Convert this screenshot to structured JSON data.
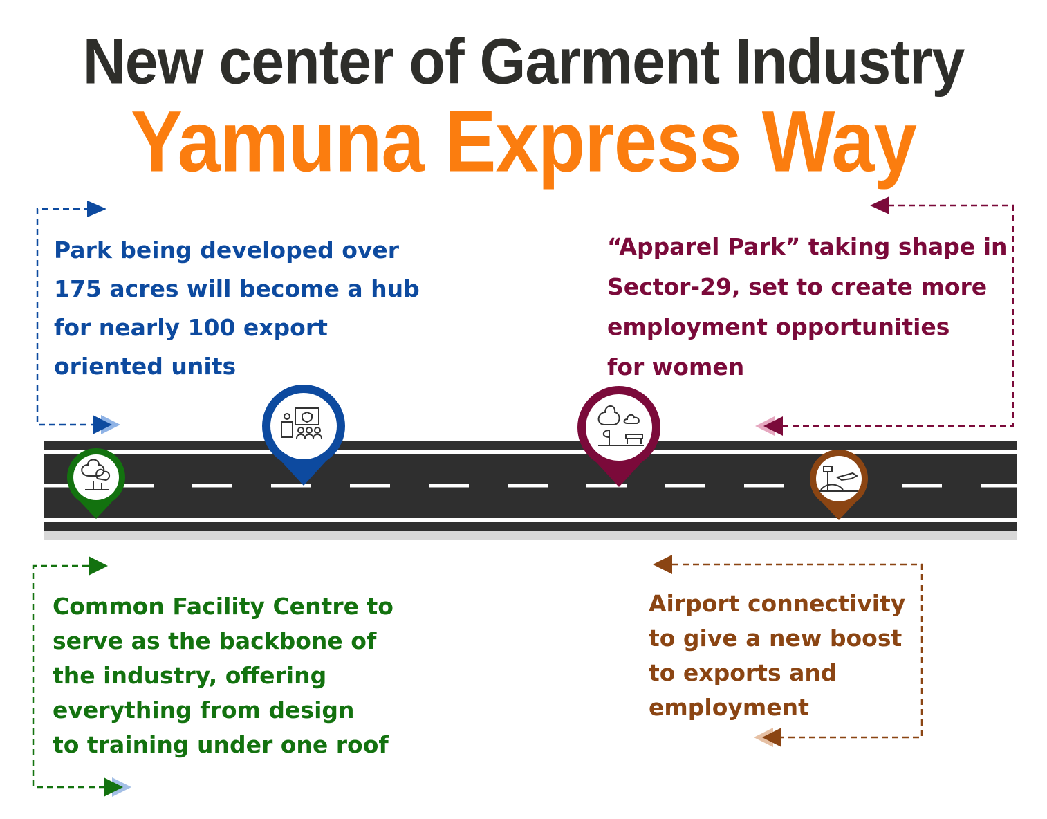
{
  "title": {
    "line1": "New center of Garment Industry",
    "line2": "Yamuna Express Way"
  },
  "colors": {
    "title_dark": "#2e2e2a",
    "title_orange": "#fb7d0f",
    "blue": "#0d4a9f",
    "maroon": "#7b0a3a",
    "green": "#13720f",
    "brown": "#8b4513",
    "road": "#2f2f2f"
  },
  "notes": {
    "blue": "Park being developed over\n175 acres will become a hub\nfor nearly 100 export\noriented units",
    "maroon": "“Apparel Park” taking shape in\nSector-29, set to create more\nemployment opportunities\nfor women",
    "green": "Common Facility Centre to\nserve as the backbone of\nthe industry, offering\neverything from design\nto training under one roof",
    "brown": "Airport connectivity\nto give a new boost\nto exports and\nemployment"
  },
  "markers": [
    {
      "name": "green",
      "icon": "trees-icon"
    },
    {
      "name": "blue",
      "icon": "conference-icon"
    },
    {
      "name": "maroon",
      "icon": "park-icon"
    },
    {
      "name": "brown",
      "icon": "airport-icon"
    }
  ]
}
